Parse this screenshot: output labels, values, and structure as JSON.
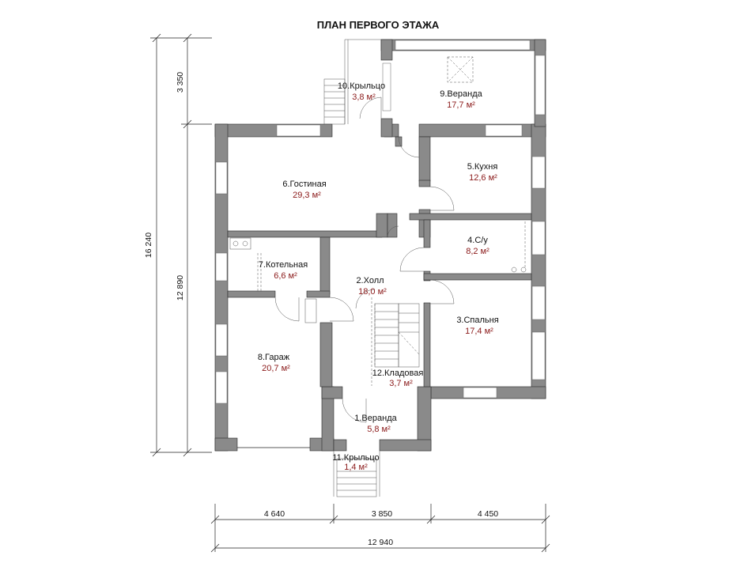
{
  "title": "ПЛАН ПЕРВОГО ЭТАЖА",
  "rooms": [
    {
      "name": "10.Крыльцо",
      "area": "3,8 м²"
    },
    {
      "name": "9.Веранда",
      "area": "17,7 м²"
    },
    {
      "name": "6.Гостиная",
      "area": "29,3 м²"
    },
    {
      "name": "5.Кухня",
      "area": "12,6 м²"
    },
    {
      "name": "4.С/у",
      "area": "8,2 м²"
    },
    {
      "name": "7.Котельная",
      "area": "6,6 м²"
    },
    {
      "name": "2.Холл",
      "area": "18,0 м²"
    },
    {
      "name": "3.Спальня",
      "area": "17,4 м²"
    },
    {
      "name": "8.Гараж",
      "area": "20,7 м²"
    },
    {
      "name": "12.Кладовая",
      "area": "3,7 м²"
    },
    {
      "name": "1.Веранда",
      "area": "5,8 м²"
    },
    {
      "name": "11.Крыльцо",
      "area": "1,4 м²"
    }
  ],
  "dimensions": {
    "vertical_total": "16 240",
    "vertical_top": "3 350",
    "vertical_main": "12 890",
    "horizontal_left": "4 640",
    "horizontal_mid": "3 850",
    "horizontal_right": "4 450",
    "horizontal_total": "12 940"
  }
}
